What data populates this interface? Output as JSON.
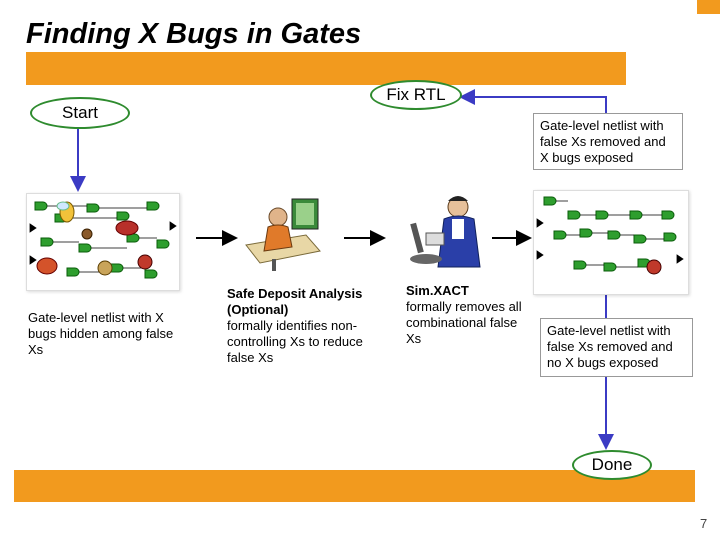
{
  "slide": {
    "title": "Finding X Bugs in Gates",
    "page_number": "7",
    "accent_color": "#f29a1e",
    "oval_border_color": "#2e8b2e",
    "arrow_color": "#3b3bc4"
  },
  "flow": {
    "start_label": "Start",
    "fix_rtl_label": "Fix RTL",
    "done_label": "Done",
    "exposed_box_text": "Gate-level netlist with false Xs removed and X bugs exposed",
    "no_exposed_box_text": "Gate-level netlist with false Xs removed and no X bugs exposed"
  },
  "steps": {
    "hidden_caption": "Gate-level netlist with X bugs hidden among false Xs",
    "safe_deposit_title": "Safe Deposit Analysis (Optional)",
    "safe_deposit_desc": "formally identifies non-controlling Xs to reduce false Xs",
    "simxact_title": "Sim.XACT",
    "simxact_desc": "formally removes all combinational false Xs"
  },
  "icons": {
    "left_panel": "netlist-with-bugs-icon",
    "safe_deposit": "person-at-drafting-table-icon",
    "simxact": "scientist-with-microscope-icon",
    "right_panel": "netlist-with-one-bug-icon"
  }
}
